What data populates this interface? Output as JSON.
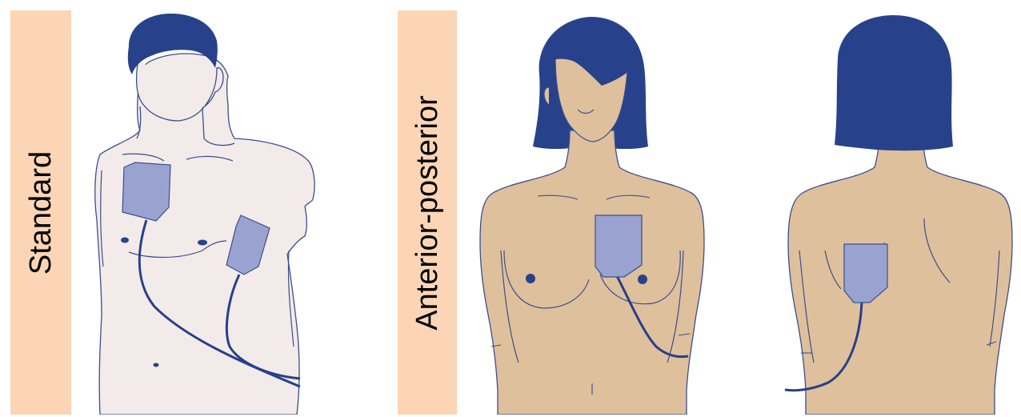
{
  "panels": {
    "standard": {
      "label": "Standard"
    },
    "anterior_posterior": {
      "label": "Anterior-posterior"
    }
  },
  "colors": {
    "label_background": "#fbd5b5",
    "hair": "#27428a",
    "skin_light": "#f3ebea",
    "skin_tan": "#dec09c",
    "outline": "#3a4f8c",
    "pad_fill": "#9aa3d0",
    "cable": "#26408a"
  },
  "icons": {
    "standard_figure": "torso-standard-pad-placement",
    "front_figure": "torso-front-anterior-pad",
    "back_figure": "torso-back-posterior-pad",
    "pad": "defibrillator-pad"
  }
}
